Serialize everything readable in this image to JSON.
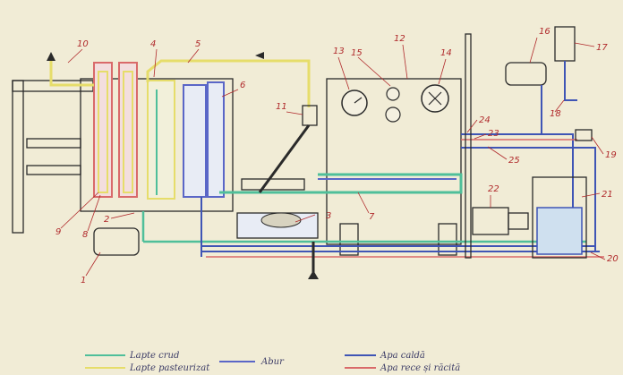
{
  "labels": [
    "1",
    "2",
    "3",
    "4",
    "5",
    "6",
    "7",
    "8",
    "9",
    "10",
    "11",
    "12",
    "13",
    "14",
    "15",
    "16",
    "17",
    "18",
    "19",
    "20",
    "21",
    "22",
    "23",
    "24",
    "25"
  ],
  "legend": {
    "raw_milk": "Lapte crud",
    "pasteurized_milk": "Lapte pasteurizat",
    "steam": "Abur",
    "hot_water": "Apa caldă",
    "cold_water": "Apa rece și răcită"
  },
  "colors": {
    "raw_milk": "#4fbf9a",
    "pasteurized_milk": "#e6dd6a",
    "steam": "#5a66c7",
    "hot_water": "#3f55b5",
    "cold_water": "#d96a6a",
    "labels": "#b0292b"
  }
}
